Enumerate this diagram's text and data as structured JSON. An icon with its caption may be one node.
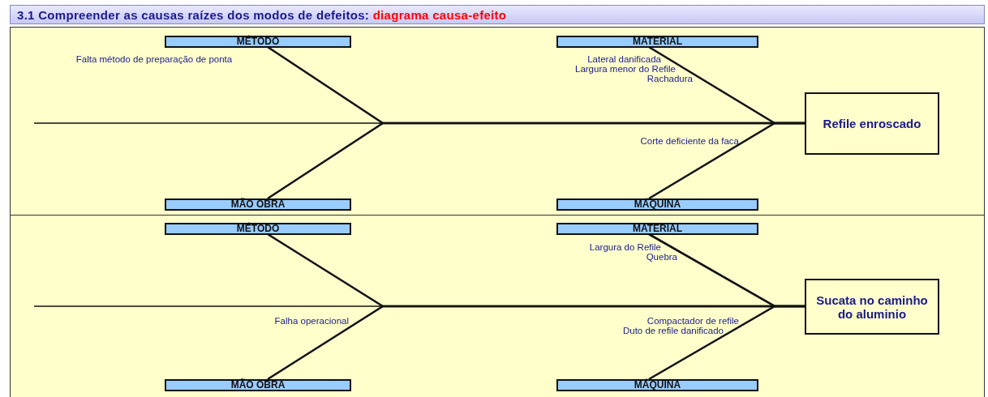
{
  "diagram": {
    "title": "3.1  Compreender as causas raízes dos modos de defeitos: **diagrama causa-efeito**",
    "nodes": [
      {
        "text": [
          "MÉTODO"
        ]
      },
      {
        "text": [
          "MATERIAL"
        ]
      },
      {
        "text": [
          "Refile enroscado"
        ]
      },
      {
        "text": [
          "MÃO OBRA"
        ]
      },
      {
        "text": [
          "MÁQUINA"
        ]
      },
      {
        "text": [
          "MÉTODO"
        ]
      },
      {
        "text": [
          "MATERIAL"
        ]
      },
      {
        "text": [
          "Sucata no caminho do aluminio"
        ]
      },
      {
        "text": [
          "MÃO OBRA"
        ]
      },
      {
        "text": [
          "MÁQUINA"
        ]
      }
    ],
    "edges": [
      {
        "from": 0,
        "to": 2,
        "arrow": "none"
      },
      {
        "from": 1,
        "to": 2,
        "arrow": "none"
      },
      {
        "from": 3,
        "to": 2,
        "arrow": "none"
      },
      {
        "from": 4,
        "to": 2,
        "arrow": "none"
      },
      {
        "from": 5,
        "to": 7,
        "arrow": "none"
      },
      {
        "from": 6,
        "to": 7,
        "arrow": "none"
      },
      {
        "from": 8,
        "to": 7,
        "arrow": "none"
      },
      {
        "from": 9,
        "to": 7,
        "arrow": "none"
      }
    ],
    "labels": [
      "Falta método de preparação de ponta",
      "Lateral danificada",
      "Largura menor do Refile",
      "Rachadura",
      "Corte deficiente da faca",
      "Largura do Refile",
      "Quebra",
      "Falha operacional",
      "Compactador de refile",
      "Duto de refile danificado"
    ]
  }
}
